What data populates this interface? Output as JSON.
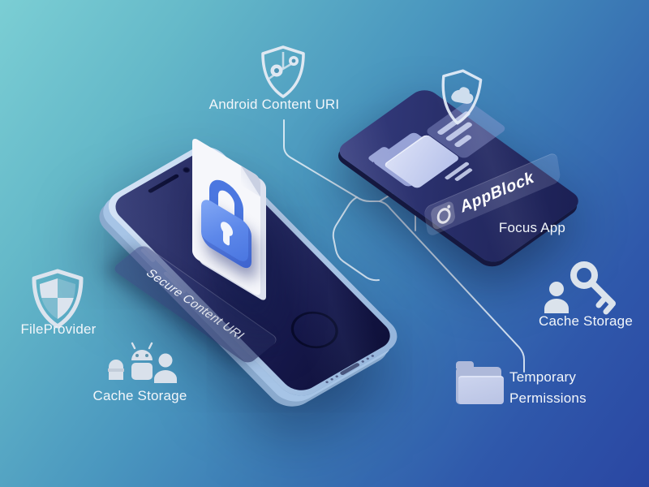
{
  "background": {
    "gradient_top_left": "#7bced4",
    "gradient_bottom_right": "#2a46a2"
  },
  "colors": {
    "connector_line": "#eaf2f9",
    "icon_light": "#dbe3ec",
    "text_light": "#f2f6fa",
    "phone_frame": "#b3cdea",
    "phone_screen": "#1c2057",
    "lock_blue": "#4b77e0",
    "document_white": "#f6f7fb",
    "card_navy": "#282e69",
    "folder_lavender": "#c4cdee"
  },
  "callouts": {
    "android_content_uri": {
      "label": "Android Content URI",
      "icon": "scan-shield-icon"
    },
    "file_provider": {
      "label": "FileProvider",
      "icon": "quadrant-shield-icon"
    },
    "cache_storage_left": {
      "label": "Cache Storage",
      "icon": "android-user-icon"
    },
    "cache_storage_right": {
      "label": "Cache Storage",
      "icon": "user-key-icon"
    },
    "temporary_permissions": {
      "label_line1": "Temporary",
      "label_line2": "Permissions",
      "icon": "folder-icon"
    }
  },
  "phone": {
    "overlay_label": "Secure Content URI",
    "document_icon": "locked-document-icon"
  },
  "app_card": {
    "app_name": "AppBlock",
    "app_subtitle": "Focus App",
    "icons": [
      "folder-icon",
      "list-panel-icon",
      "approve-shield-icon",
      "appblock-logo-icon"
    ]
  }
}
